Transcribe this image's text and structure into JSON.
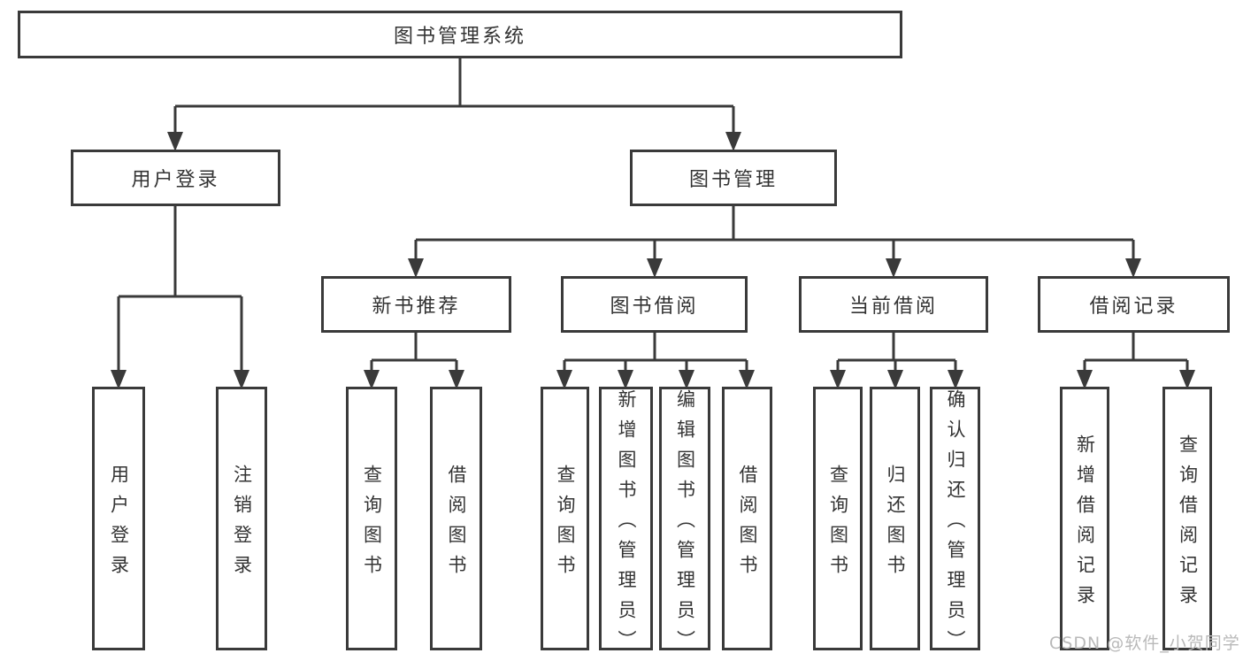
{
  "diagram": {
    "root": {
      "label": "图书管理系统"
    },
    "level2": {
      "user_login": {
        "label": "用户登录"
      },
      "book_management": {
        "label": "图书管理"
      }
    },
    "level3": {
      "new_book_recommend": {
        "label": "新书推荐"
      },
      "book_borrowing": {
        "label": "图书借阅"
      },
      "current_borrowing": {
        "label": "当前借阅"
      },
      "borrowing_records": {
        "label": "借阅记录"
      }
    },
    "leaves": {
      "user_login": {
        "label": "用户登录"
      },
      "logout": {
        "label": "注销登录"
      },
      "rec_query_books": {
        "label": "查询图书"
      },
      "rec_borrow_books": {
        "label": "借阅图书"
      },
      "borrow_query_books": {
        "label": "查询图书"
      },
      "borrow_add_books": {
        "label": "新增图书（管理员）"
      },
      "borrow_edit_books": {
        "label": "编辑图书（管理员）"
      },
      "borrow_borrow_books": {
        "label": "借阅图书"
      },
      "current_query_books": {
        "label": "查询图书"
      },
      "current_return_books": {
        "label": "归还图书"
      },
      "current_confirm_return": {
        "label": "确认归还（管理员）"
      },
      "records_add_record": {
        "label": "新增借阅记录"
      },
      "records_query_record": {
        "label": "查询借阅记录"
      }
    }
  },
  "watermark": {
    "text": "CSDN @软件_小贺同学"
  },
  "colors": {
    "line": "#3a3a3a",
    "text": "#333333",
    "watermark": "#b9b9b9",
    "background": "#ffffff"
  }
}
